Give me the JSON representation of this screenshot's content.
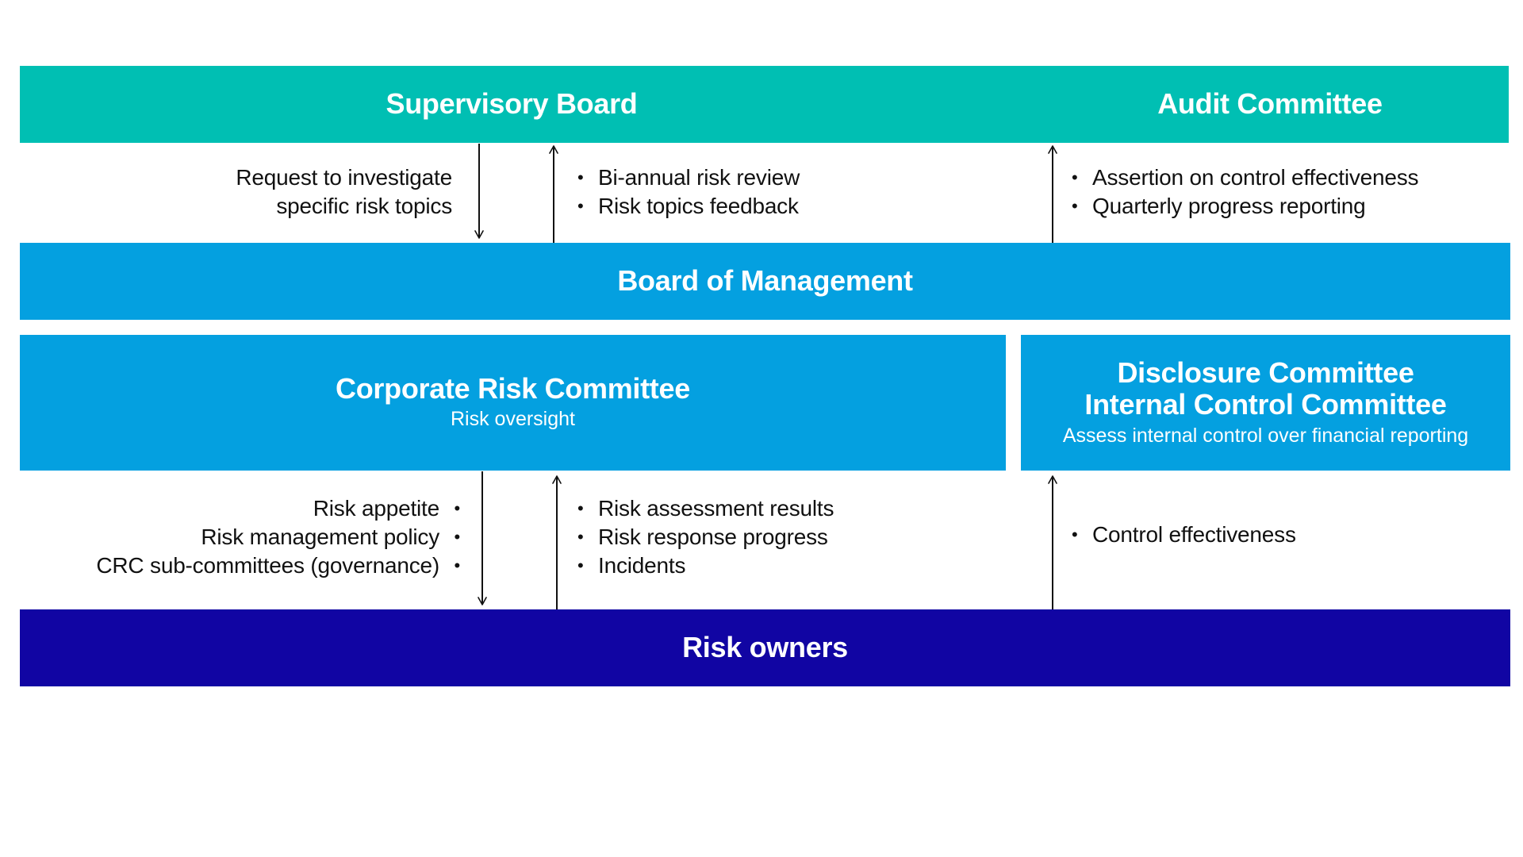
{
  "boxes": {
    "supervisory_board": "Supervisory Board",
    "audit_committee": "Audit Committee",
    "board_of_management": "Board of Management",
    "corporate_risk_committee": {
      "title": "Corporate Risk Committee",
      "subtitle": "Risk oversight"
    },
    "disclosure_committee": {
      "title_line1": "Disclosure Committee",
      "title_line2": "Internal Control Committee",
      "subtitle": "Assess internal control over financial reporting"
    },
    "risk_owners": "Risk owners"
  },
  "flows": {
    "sb_to_bom": [
      "Request to investigate",
      "specific risk topics"
    ],
    "bom_to_sb": [
      "Bi-annual risk review",
      "Risk topics feedback"
    ],
    "bom_to_audit": [
      "Assertion on control effectiveness",
      "Quarterly progress reporting"
    ],
    "crc_to_owners": [
      "Risk appetite",
      "Risk management policy",
      "CRC sub-committees (governance)"
    ],
    "owners_to_crc": [
      "Risk assessment results",
      "Risk response progress",
      "Incidents"
    ],
    "owners_to_disclosure": [
      "Control effectiveness"
    ]
  },
  "colors": {
    "teal": "#00bfb3",
    "blue": "#04a0e0",
    "navy": "#1105a3",
    "arrow": "#111111"
  }
}
